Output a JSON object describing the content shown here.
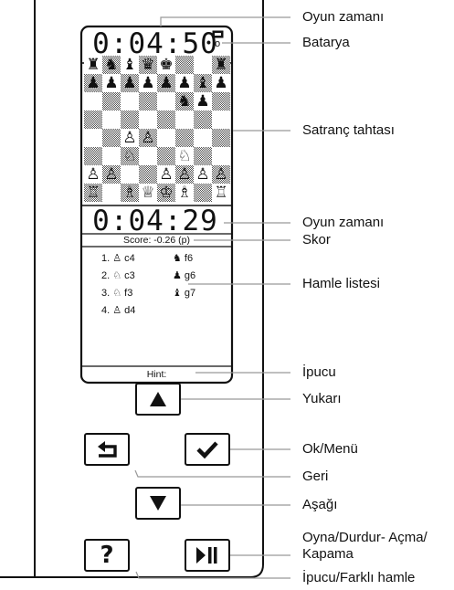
{
  "display": {
    "game_time_top": "0:04:50",
    "battery_symbol": "o",
    "game_time_bottom": "0:04:29",
    "score": "Score: -0.26 (p)",
    "hint_label": "Hint:",
    "board_rows": [
      [
        "♜",
        "♞",
        "♝",
        "♛",
        "♚",
        "",
        "",
        "♜"
      ],
      [
        "♟",
        "♟",
        "♟",
        "♟",
        "♟",
        "♟",
        "♝",
        "♟"
      ],
      [
        "",
        "",
        "",
        "",
        "",
        "♞",
        "♟",
        ""
      ],
      [
        "",
        "",
        "",
        "",
        "",
        "",
        "",
        ""
      ],
      [
        "",
        "",
        "♙",
        "♙",
        "",
        "",
        "",
        ""
      ],
      [
        "",
        "",
        "♘",
        "",
        "",
        "♘",
        "",
        ""
      ],
      [
        "♙",
        "♙",
        "",
        "",
        "♙",
        "♙",
        "♙",
        "♙"
      ],
      [
        "♖",
        "",
        "♗",
        "♕",
        "♔",
        "♗",
        "",
        "♖"
      ]
    ],
    "moves": [
      {
        "num": "1.",
        "white_glyph": "♙",
        "white_sq": "c4",
        "black_glyph": "♞",
        "black_sq": "f6"
      },
      {
        "num": "2.",
        "white_glyph": "♘",
        "white_sq": "c3",
        "black_glyph": "♟",
        "black_sq": "g6"
      },
      {
        "num": "3.",
        "white_glyph": "♘",
        "white_sq": "f3",
        "black_glyph": "♝",
        "black_sq": "g7"
      },
      {
        "num": "4.",
        "white_glyph": "♙",
        "white_sq": "d4",
        "black_glyph": "",
        "black_sq": ""
      }
    ]
  },
  "callouts": {
    "game_time_1": "Oyun zamanı",
    "battery": "Batarya",
    "chess_board": "Satranç tahtası",
    "game_time_2": "Oyun zamanı",
    "score": "Skor",
    "move_list": "Hamle listesi",
    "hint": "İpucu",
    "up": "Yukarı",
    "ok_menu": "Ok/Menü",
    "back": "Geri",
    "down": "Aşağı",
    "play_pause_1": "Oyna/Durdur- Açma/",
    "play_pause_2": "Kapama",
    "hint_alt_move": "İpucu/Farklı hamle"
  },
  "keys": {
    "up_icon": "triangle-up-icon",
    "ok_icon": "checkmark-icon",
    "back_icon": "back-arrow-icon",
    "down_icon": "triangle-down-icon",
    "play_pause_icon": "play-pause-icon",
    "hint_glyph": "?"
  }
}
